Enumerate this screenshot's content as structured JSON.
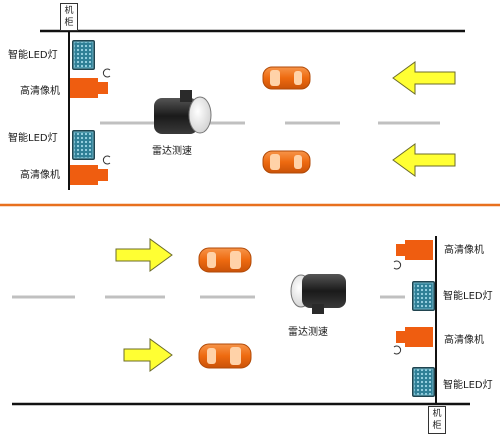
{
  "upper": {
    "cabinet_label": "机柜",
    "led_label_1": "智能LED灯",
    "camera_label_1": "高清像机",
    "led_label_2": "智能LED灯",
    "camera_label_2": "高清像机",
    "radar_label": "雷达测速"
  },
  "lower": {
    "camera_label_1": "高清像机",
    "led_label_1": "智能LED灯",
    "camera_label_2": "高清像机",
    "led_label_2": "智能LED灯",
    "radar_label": "雷达测速",
    "cabinet_label": "机柜"
  },
  "colors": {
    "road_line": "#111111",
    "lane_dash": "#c0c0c0",
    "divider": "#e8701e",
    "car": "#ee6a10",
    "arrow_fill": "#ffff33",
    "arrow_stroke": "#6b6b2a",
    "camera": "#ef5d10",
    "led_panel": "#3a8aa0",
    "radar_body": "#1e1e1e"
  },
  "icons": [
    "cabinet-icon",
    "led-light-icon",
    "camera-icon",
    "radar-icon",
    "car-icon",
    "direction-arrow-icon"
  ]
}
